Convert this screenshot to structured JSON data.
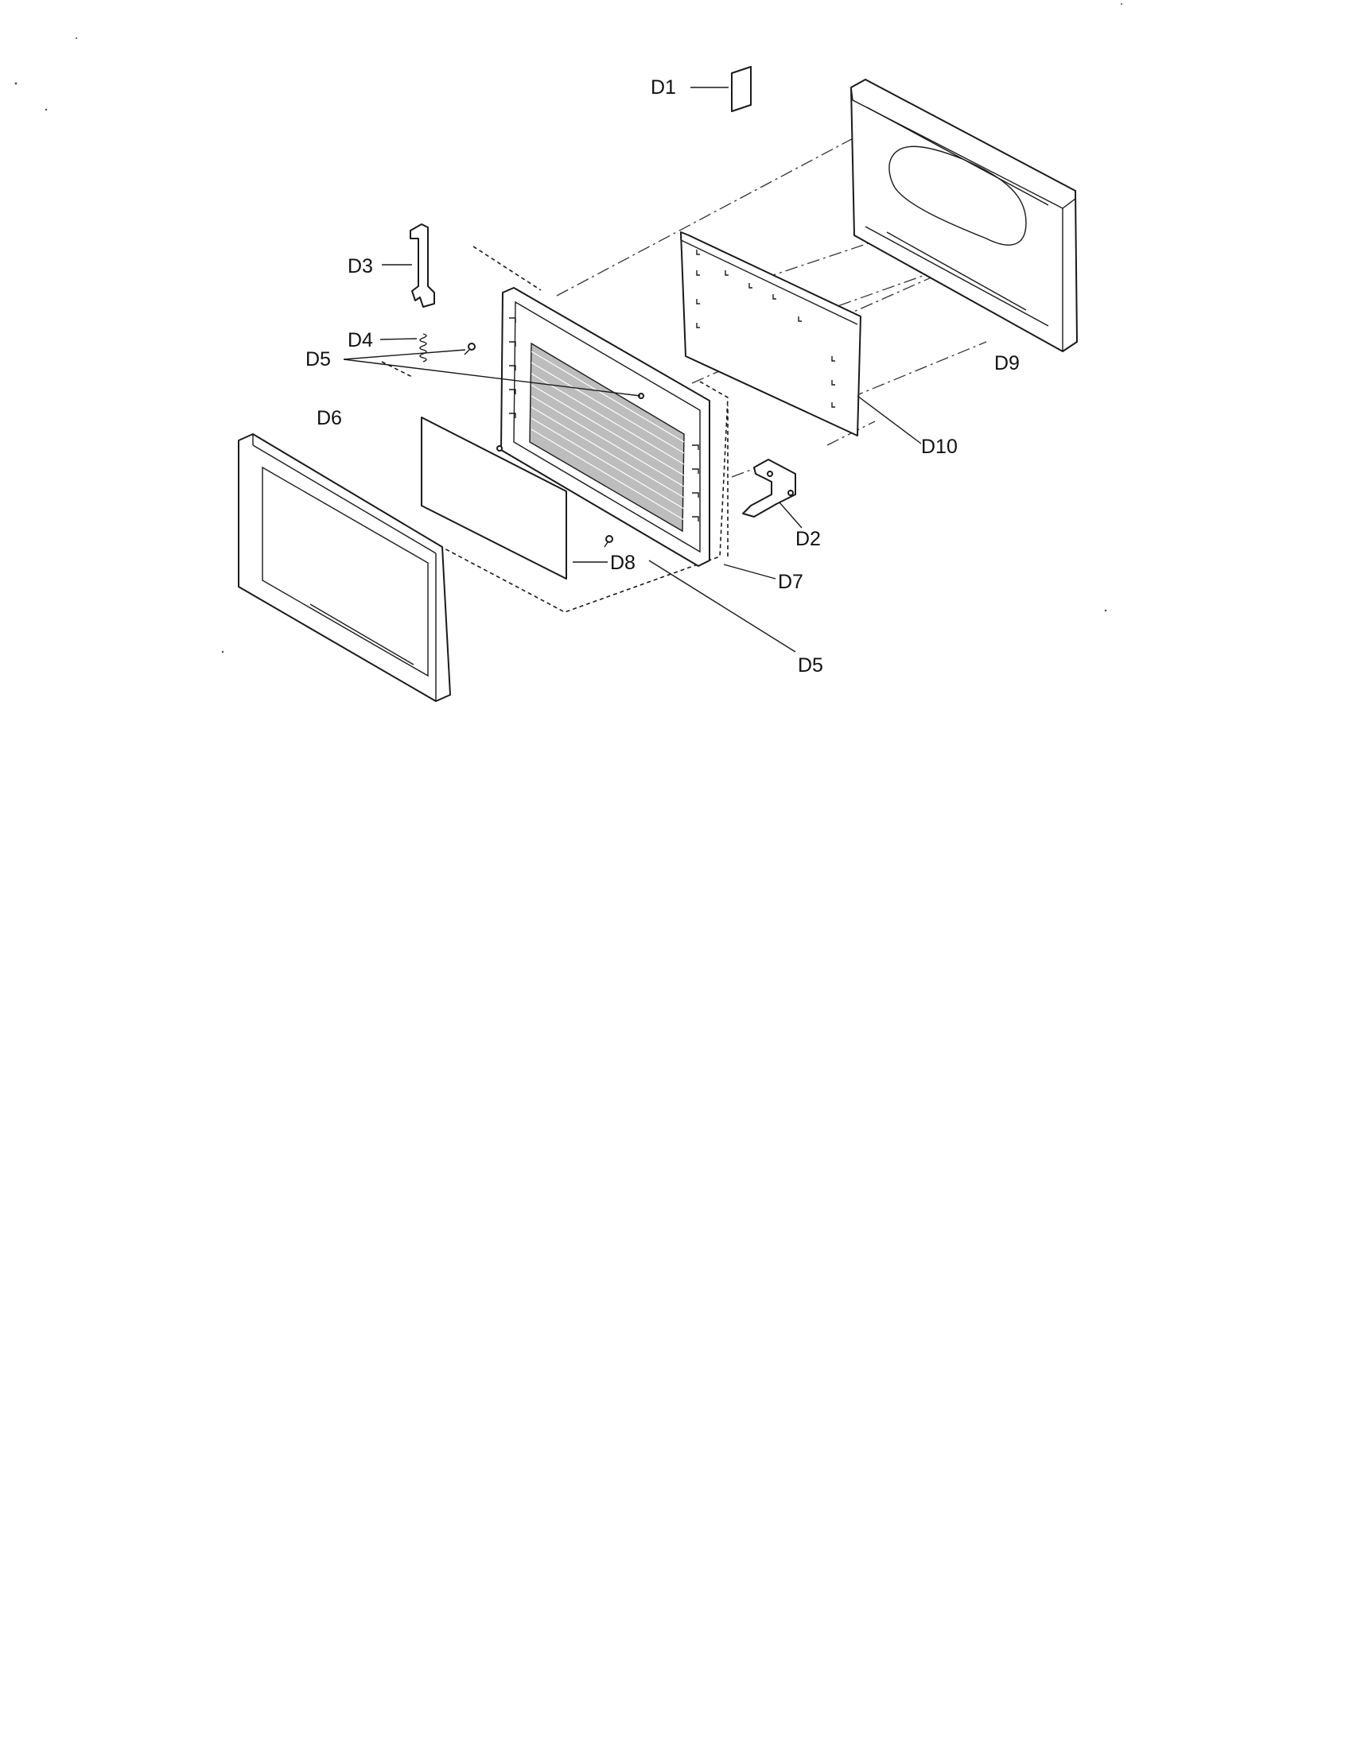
{
  "labels": {
    "d1": "D1",
    "d2": "D2",
    "d3": "D3",
    "d4": "D4",
    "d5_upper": "D5",
    "d5_lower": "D5",
    "d6": "D6",
    "d7": "D7",
    "d8": "D8",
    "d9": "D9",
    "d10": "D10"
  }
}
